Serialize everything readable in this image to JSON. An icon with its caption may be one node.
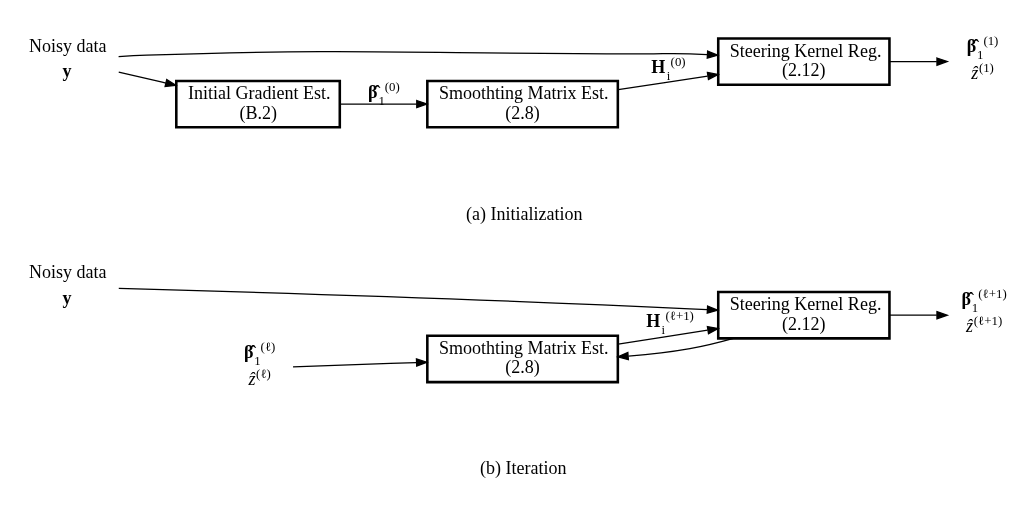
{
  "diagram": {
    "nodes": [
      {
        "text": [
          "Noisy data",
          "**y**"
        ]
      },
      {
        "text": [
          "Initial Gradient Est.",
          "(B.2)"
        ]
      },
      {
        "text": [
          "Smoothting Matrix Est.",
          "(2.8)"
        ]
      },
      {
        "text": [
          "Steering Kernel Reg.",
          "(2.12)"
        ]
      },
      {
        "text": [
          "**β̂**$_{1}$$^{(1)}$",
          "*ẑ*$^{(1)}$"
        ]
      },
      {
        "text": [
          "Noisy data",
          "**y**"
        ]
      },
      {
        "text": [
          "**β̂**$_{1}$$^{(ℓ)}$",
          "*ẑ*$^{(ℓ)}$"
        ]
      },
      {
        "text": [
          "Smoothting Matrix Est.",
          "(2.8)"
        ]
      },
      {
        "text": [
          "Steering Kernel Reg.",
          "(2.12)"
        ]
      },
      {
        "text": [
          "**β̂**$_{1}$$^{(ℓ+1)}$",
          "*ẑ*$^{(ℓ+1)}$"
        ]
      }
    ],
    "edges": [
      {
        "from": 0,
        "to": 1,
        "arrow": "to"
      },
      {
        "from": 0,
        "to": 3,
        "arrow": "to"
      },
      {
        "from": 1,
        "to": 2,
        "arrow": "to",
        "label": "**β̂**$_{1}$$^{(0)}$"
      },
      {
        "from": 2,
        "to": 3,
        "arrow": "to",
        "label": "**H**$_{i}$$^{(0)}$"
      },
      {
        "from": 3,
        "to": 4,
        "arrow": "to"
      },
      {
        "from": 5,
        "to": 8,
        "arrow": "to"
      },
      {
        "from": 6,
        "to": 7,
        "arrow": "to"
      },
      {
        "from": 7,
        "to": 8,
        "arrow": "to",
        "label": "**H**$_{i}$$^{(ℓ+1)}$"
      },
      {
        "from": 8,
        "to": 9,
        "arrow": "to"
      },
      {
        "from": 8,
        "to": 7,
        "arrow": "to"
      }
    ],
    "labels": [
      "(a) Initialization",
      "(b) Iteration"
    ]
  }
}
